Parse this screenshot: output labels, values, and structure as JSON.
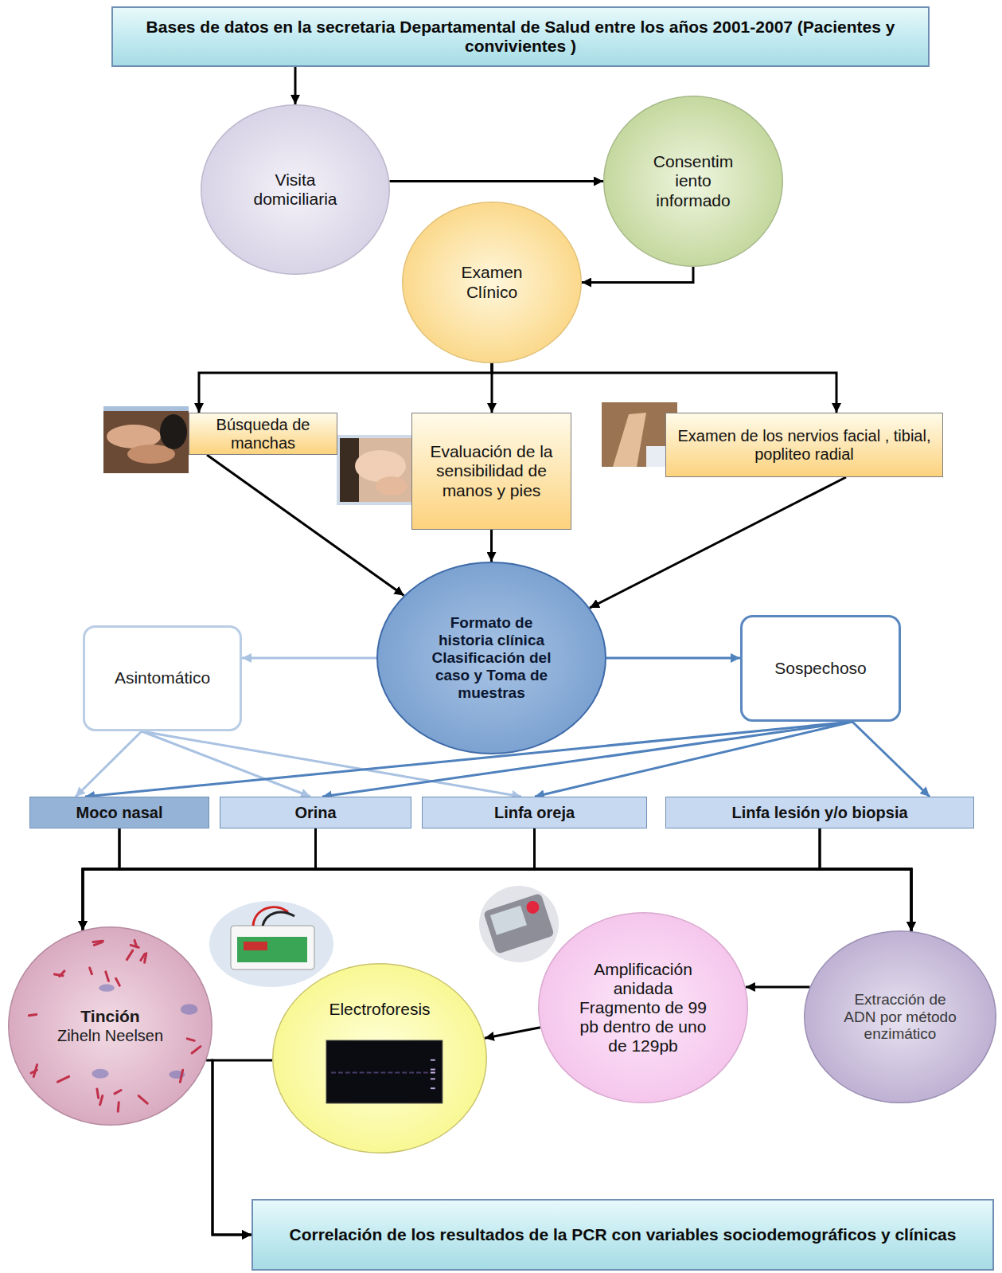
{
  "diagram": {
    "nodes": [
      {
        "text": [
          "Bases de datos en la secretaria Departamental de Salud entre los años 2001-2007 (Pacientes y convivientes )"
        ]
      },
      {
        "text": [
          "Visita domiciliaria"
        ]
      },
      {
        "text": [
          "Consentim iento informado"
        ]
      },
      {
        "text": [
          "Examen Clínico"
        ]
      },
      {
        "text": [
          "Búsqueda de manchas"
        ]
      },
      {
        "text": [
          "Evaluación de la sensibilidad de manos y pies"
        ]
      },
      {
        "text": [
          "Examen de los nervios facial , tibial, popliteo radial"
        ]
      },
      {
        "text": [
          "Formato de historia clínica Clasificación del caso y Toma de muestras"
        ]
      },
      {
        "text": [
          "Asintomático"
        ]
      },
      {
        "text": [
          "Sospechoso"
        ]
      },
      {
        "text": [
          "Moco nasal"
        ]
      },
      {
        "text": [
          "Orina"
        ]
      },
      {
        "text": [
          "Linfa oreja"
        ]
      },
      {
        "text": [
          "Linfa lesión y/o biopsia"
        ]
      },
      {
        "text": [
          "Tinción",
          "Ziheln Neelsen"
        ]
      },
      {
        "text": [
          "Electroforesis"
        ]
      },
      {
        "text": [
          "Amplificación anidada Fragmento de 99 pb dentro de uno de 129pb"
        ]
      },
      {
        "text": [
          "Extracción de ADN por método enzimático"
        ]
      },
      {
        "text": [
          "Correlación de los resultados de la PCR con variables sociodemográficos y clínicas"
        ]
      }
    ],
    "edges": [
      {
        "from": 0,
        "to": 1,
        "arrow": "to"
      },
      {
        "from": 1,
        "to": 2,
        "arrow": "to"
      },
      {
        "from": 2,
        "to": 3,
        "arrow": "to"
      },
      {
        "from": 3,
        "to": 4,
        "arrow": "to"
      },
      {
        "from": 3,
        "to": 5,
        "arrow": "to"
      },
      {
        "from": 3,
        "to": 6,
        "arrow": "to"
      },
      {
        "from": 4,
        "to": 7,
        "arrow": "to"
      },
      {
        "from": 5,
        "to": 7,
        "arrow": "to"
      },
      {
        "from": 6,
        "to": 7,
        "arrow": "to"
      },
      {
        "from": 7,
        "to": 8,
        "arrow": "to"
      },
      {
        "from": 7,
        "to": 9,
        "arrow": "to"
      },
      {
        "from": 8,
        "to": 10,
        "arrow": "to"
      },
      {
        "from": 8,
        "to": 11,
        "arrow": "to"
      },
      {
        "from": 8,
        "to": 12,
        "arrow": "to"
      },
      {
        "from": 9,
        "to": 10,
        "arrow": "to"
      },
      {
        "from": 9,
        "to": 11,
        "arrow": "to"
      },
      {
        "from": 9,
        "to": 12,
        "arrow": "to"
      },
      {
        "from": 9,
        "to": 13,
        "arrow": "to"
      },
      {
        "from": 10,
        "to": 14,
        "arrow": "to"
      },
      {
        "from": 11,
        "to": 14,
        "arrow": "to"
      },
      {
        "from": 12,
        "to": 14,
        "arrow": "to"
      },
      {
        "from": 13,
        "to": 14,
        "arrow": "to"
      },
      {
        "from": 10,
        "to": 17,
        "arrow": "to"
      },
      {
        "from": 11,
        "to": 17,
        "arrow": "to"
      },
      {
        "from": 12,
        "to": 17,
        "arrow": "to"
      },
      {
        "from": 13,
        "to": 17,
        "arrow": "to"
      },
      {
        "from": 17,
        "to": 16,
        "arrow": "to"
      },
      {
        "from": 16,
        "to": 15,
        "arrow": "to"
      },
      {
        "from": 15,
        "to": 18,
        "arrow": "to"
      },
      {
        "from": 14,
        "to": 18,
        "arrow": "to"
      }
    ]
  }
}
